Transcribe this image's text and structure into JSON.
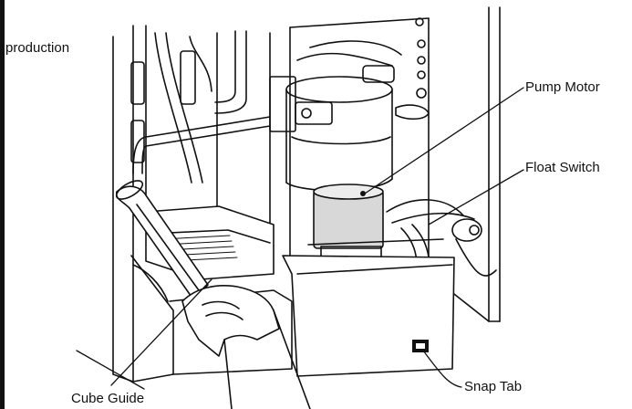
{
  "labels": {
    "production": "production",
    "pump_motor": "Pump Motor",
    "float_switch": "Float Switch",
    "snap_tab": "Snap Tab",
    "cube_guide": "Cube Guide"
  },
  "colors": {
    "ink": "#111111",
    "shade": "#d8d8d8",
    "background": "#ffffff"
  }
}
